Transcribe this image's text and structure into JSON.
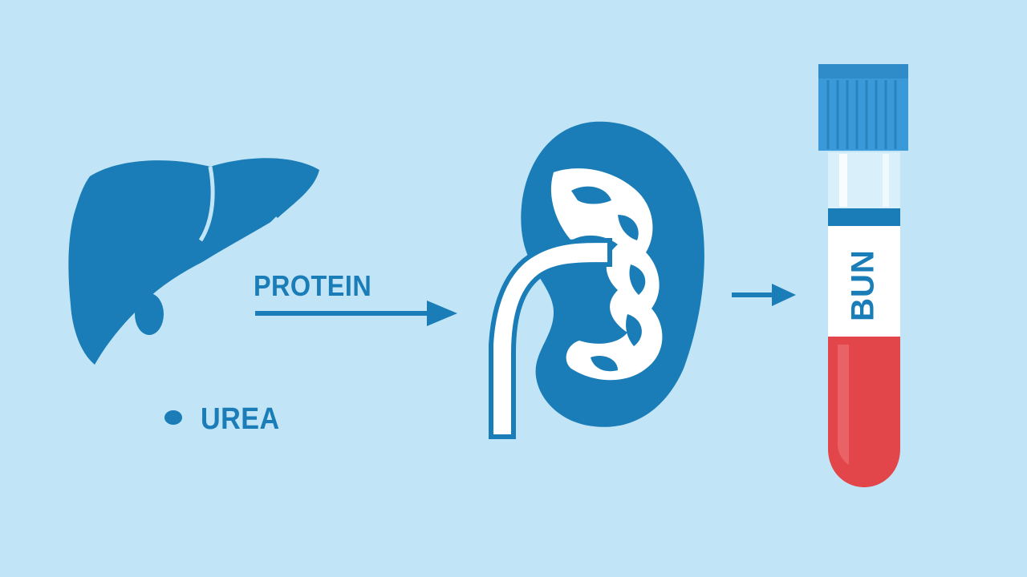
{
  "labels": {
    "protein": "PROTEIN",
    "urea": "UREA",
    "bun": "BUN"
  },
  "icons": [
    "liver-icon",
    "kidney-icon",
    "blood-test-tube-icon",
    "arrow-right-icon"
  ],
  "colors": {
    "background": "#c1e5f7",
    "organ_blue": "#1a7db7",
    "cap_blue": "#3a9ad9",
    "blood_red": "#e2464b",
    "tube_white": "#ffffff"
  }
}
